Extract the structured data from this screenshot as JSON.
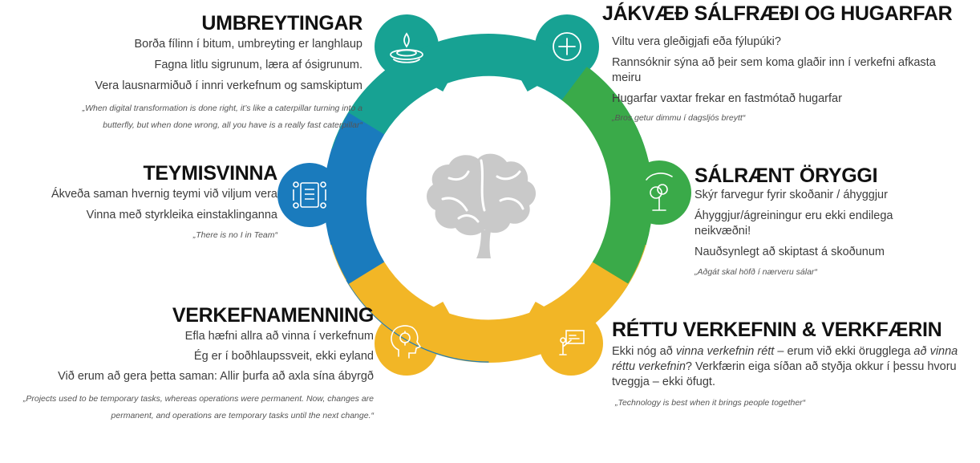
{
  "colors": {
    "teal": "#17a293",
    "green": "#3aaa49",
    "blue": "#1a7bbd",
    "yellow": "#f2b626",
    "brain": "#c9c9c9"
  },
  "center_icon": "brain-icon",
  "sections": {
    "umbreytingar": {
      "icon": "water-drop-icon",
      "title": "UMBREYTINGAR",
      "lines": [
        "Borða fílinn í bitum, umbreyting er langhlaup",
        "Fagna litlu sigrunum, læra af ósigrunum.",
        "Vera lausnarmiðuð í innri verkefnum og samskiptum"
      ],
      "quote": "„When digital transformation is done right, it’s like a caterpillar turning into a butterfly, but when done wrong, all you have is a really fast caterpillar“"
    },
    "jakvaed": {
      "icon": "plus-circle-icon",
      "title": "JÁKVÆÐ SÁLFRÆÐI OG HUGARFAR",
      "lines": [
        "Viltu vera gleðigjafi eða fýlupúki?",
        "Rannsóknir sýna að þeir sem koma glaðir inn í verkefni afkasta meiru",
        "Hugarfar vaxtar frekar en fastmótað hugarfar"
      ],
      "quote": "„Bros getur dimmu í dagsljós breytt“"
    },
    "teymisvinna": {
      "icon": "team-board-icon",
      "title": "TEYMISVINNA",
      "lines": [
        "Ákveða saman hvernig teymi við viljum vera",
        "Vinna með styrkleika einstaklinganna"
      ],
      "quote": "„There is no I in Team“"
    },
    "salraent": {
      "icon": "hand-tree-icon",
      "title": "SÁLRÆNT ÖRYGGI",
      "lines": [
        "Skýr farvegur fyrir skoðanir / áhyggjur",
        "Áhyggjur/ágreiningur eru ekki endilega neikvæðni!",
        "Nauðsynlegt að skiptast á skoðunum"
      ],
      "quote": "„Aðgát skal höfð í nærveru sálar“"
    },
    "verkefnamenning": {
      "icon": "head-lightbulb-icon",
      "title": "VERKEFNAMENNING",
      "lines": [
        "Efla hæfni allra að vinna í verkefnum",
        "Ég er í boðhlaupssveit, ekki eyland",
        "Við erum að gera þetta saman: Allir þurfa að axla sína ábyrgð"
      ],
      "quote": "„Projects used to be temporary tasks, whereas operations were permanent. Now, changes are permanent, and operations are temporary tasks until the next change.“"
    },
    "rettu": {
      "icon": "presenter-board-icon",
      "title": "RÉTTU VERKEFNIN & VERKFÆRIN",
      "lines": [
        "Ekki nóg að ",
        "vinna verkefnin rétt",
        " – erum við ekki örugglega ",
        "að vinna réttu verkefnin",
        "?  Verkfærin eiga síðan að styðja okkur í þessu hvoru tveggja – ekki öfugt."
      ],
      "quote": "„Technology is best when it brings people together“"
    }
  }
}
